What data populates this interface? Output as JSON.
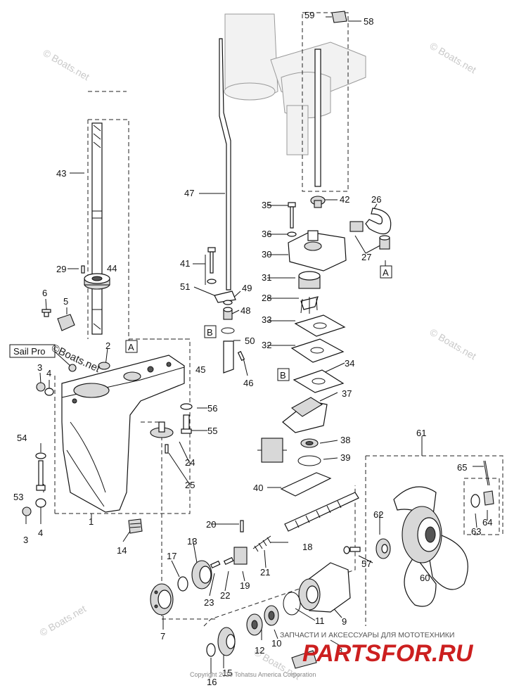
{
  "callouts": {
    "c1": "1",
    "c2": "2",
    "c3a": "3",
    "c3b": "3",
    "c4a": "4",
    "c4b": "4",
    "c5": "5",
    "c6": "6",
    "c7": "7",
    "c8": "8",
    "c9": "9",
    "c10": "10",
    "c11": "11",
    "c12": "12",
    "c13": "13",
    "c14": "14",
    "c15": "15",
    "c16": "16",
    "c17": "17",
    "c18": "18",
    "c19": "19",
    "c20": "20",
    "c21": "21",
    "c22": "22",
    "c23": "23",
    "c24": "24",
    "c25": "25",
    "c26": "26",
    "c27": "27",
    "c28": "28",
    "c29": "29",
    "c30": "30",
    "c31": "31",
    "c32": "32",
    "c33": "33",
    "c34": "34",
    "c35": "35",
    "c36": "36",
    "c37": "37",
    "c38": "38",
    "c39": "39",
    "c40": "40",
    "c41": "41",
    "c42": "42",
    "c43": "43",
    "c44": "44",
    "c45": "45",
    "c46": "46",
    "c47": "47",
    "c48": "48",
    "c49": "49",
    "c50": "50",
    "c51": "51",
    "c53": "53",
    "c54": "54",
    "c55": "55",
    "c56": "56",
    "c57": "57",
    "c58": "58",
    "c59": "59",
    "c60": "60",
    "c61": "61",
    "c62": "62",
    "c63": "63",
    "c64": "64",
    "c65": "65"
  },
  "refs": {
    "a1": "A",
    "a2": "A",
    "b1": "B",
    "b2": "B"
  },
  "sail_pro_label": "Sail Pro",
  "watermarks": {
    "boats": "© Boats.net",
    "boats_short": "©Boats.net",
    "copyright": "Copyright 2010 Tohatsu America Corporation"
  },
  "brand": {
    "tagline": "ЗАПЧАСТИ И АКСЕССУАРЫ ДЛЯ МОТОТЕХНИКИ",
    "logo_text": "PARTSFOR.RU",
    "logo_color": "#cc1f1f"
  }
}
